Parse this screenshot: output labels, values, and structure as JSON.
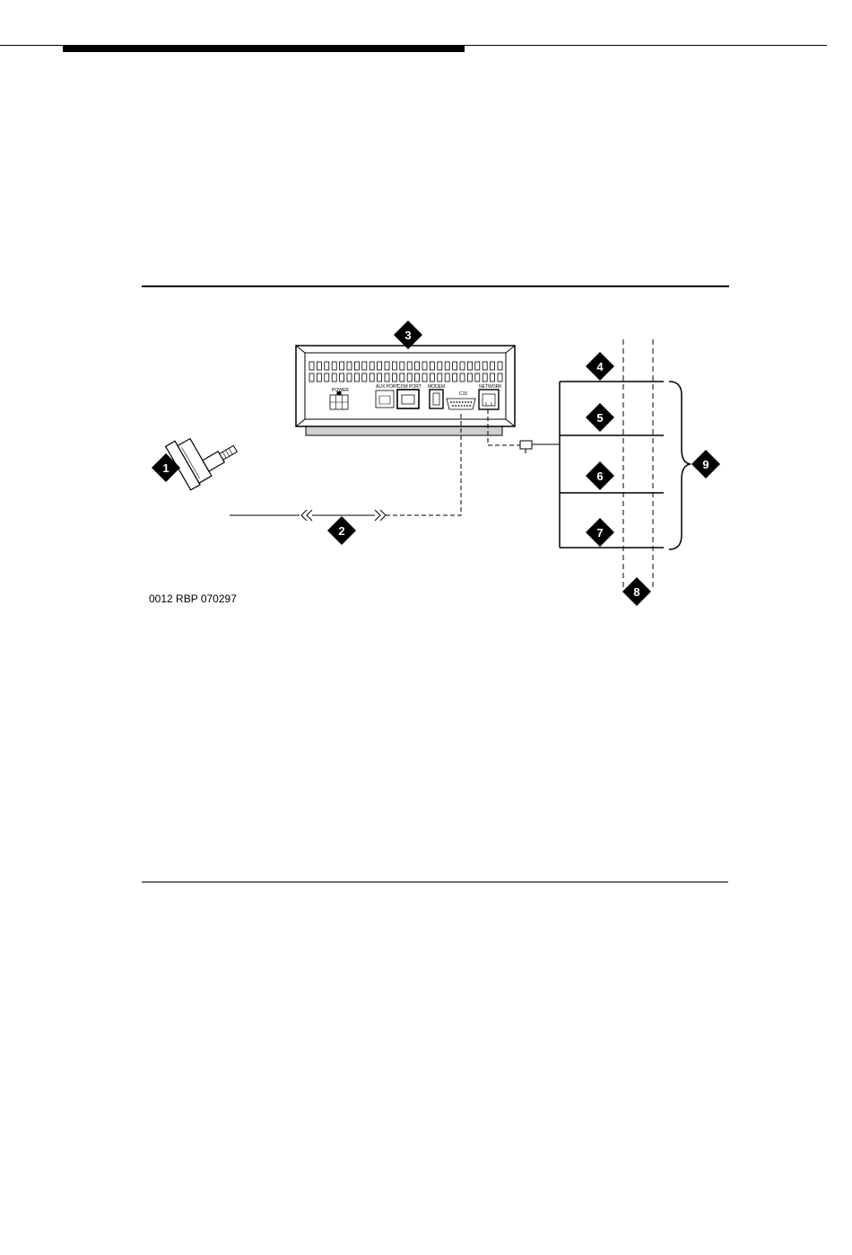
{
  "figure": {
    "id": "0012 RBP 070297",
    "callouts": [
      "1",
      "2",
      "3",
      "4",
      "5",
      "6",
      "7",
      "8",
      "9"
    ],
    "unit_labels": {
      "power": "POWER",
      "aux_port": "AUX PORT",
      "com_port": "COM PORT",
      "modem": "MODEM",
      "csi": "C15",
      "network": "NETWORK"
    }
  }
}
